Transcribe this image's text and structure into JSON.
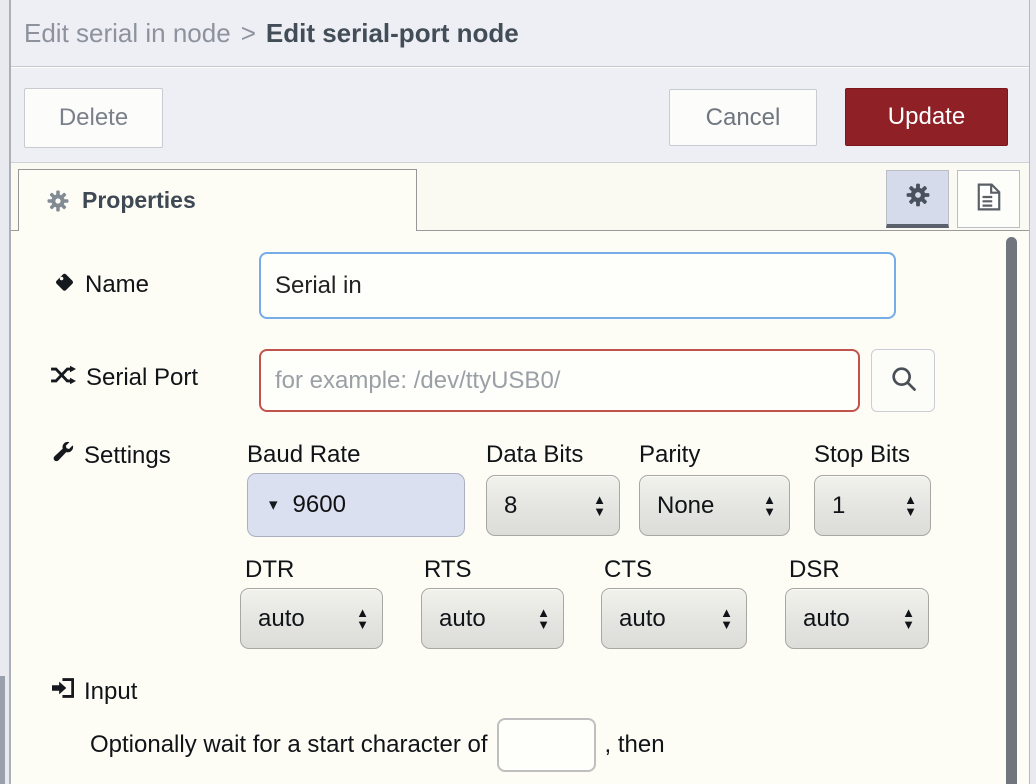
{
  "breadcrumb": {
    "parent": "Edit serial in node",
    "separator": ">",
    "current": "Edit serial-port node"
  },
  "toolbar": {
    "delete_label": "Delete",
    "cancel_label": "Cancel",
    "update_label": "Update"
  },
  "tabbar": {
    "properties_label": "Properties"
  },
  "form": {
    "name": {
      "label": "Name",
      "value": "Serial in"
    },
    "serial_port": {
      "label": "Serial Port",
      "placeholder": "for example: /dev/ttyUSB0/"
    },
    "settings": {
      "label": "Settings",
      "baud_rate": {
        "label": "Baud Rate",
        "value": "9600"
      },
      "data_bits": {
        "label": "Data Bits",
        "value": "8"
      },
      "parity": {
        "label": "Parity",
        "value": "None"
      },
      "stop_bits": {
        "label": "Stop Bits",
        "value": "1"
      },
      "dtr": {
        "label": "DTR",
        "value": "auto"
      },
      "rts": {
        "label": "RTS",
        "value": "auto"
      },
      "cts": {
        "label": "CTS",
        "value": "auto"
      },
      "dsr": {
        "label": "DSR",
        "value": "auto"
      }
    },
    "input_section": {
      "label": "Input",
      "wait_text_before": "Optionally wait for a start character of",
      "wait_char_value": "",
      "wait_text_after": ", then"
    }
  },
  "icons": {
    "tab": "gear-icon",
    "name": "tag-icon",
    "serial_port": "shuffle-icon",
    "settings": "wrench-icon",
    "input": "sign-in-icon",
    "search": "magnifier-icon",
    "docs": "document-icon"
  },
  "colors": {
    "update_button": "#8e2026",
    "header_bg": "#edeff5",
    "focus_border": "#76ace8",
    "error_border": "#c0544c",
    "baud_select_bg": "#dae0f0",
    "selected_icon_button_bg": "#d5dbeb"
  }
}
